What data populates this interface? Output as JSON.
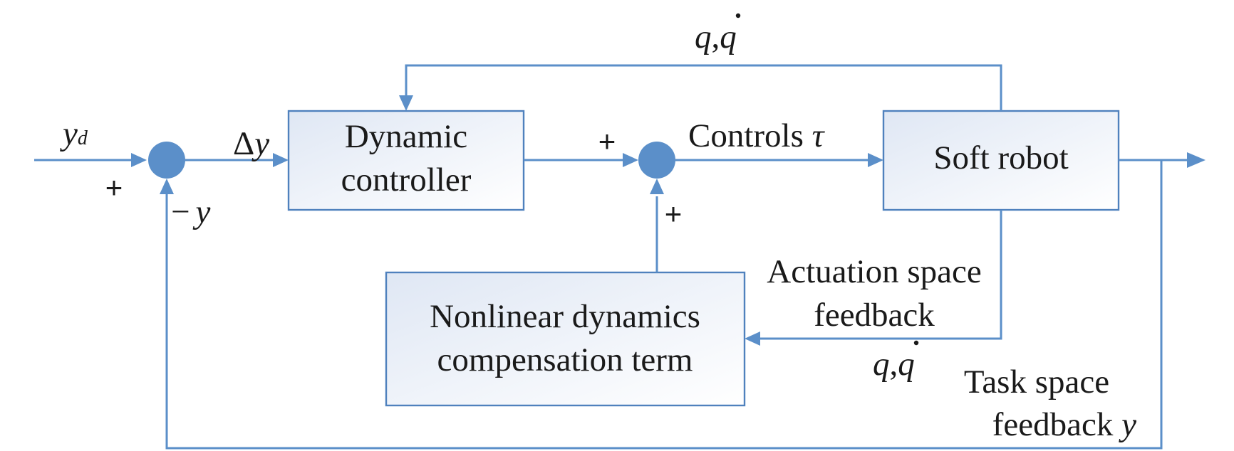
{
  "blocks": {
    "controller": {
      "line1": "Dynamic",
      "line2": "controller"
    },
    "robot": {
      "label": "Soft robot"
    },
    "compensation": {
      "line1": "Nonlinear dynamics",
      "line2": "compensation term"
    }
  },
  "signals": {
    "reference": {
      "symbol": "y",
      "subscript": "d"
    },
    "error": {
      "delta": "Δ",
      "symbol": "y"
    },
    "controls": {
      "text": "Controls ",
      "symbol": "τ"
    },
    "state_top": {
      "q": "q",
      "sep": ",",
      "qdot": "q"
    },
    "state_bottom": {
      "q": "q",
      "sep": ",",
      "qdot": "q"
    },
    "actuation_feedback": {
      "line1": "Actuation space",
      "line2": "feedback"
    },
    "task_feedback": {
      "line1": "Task space",
      "line2": "feedback ",
      "symbol": "y"
    },
    "negative_feedback": {
      "minus": "−",
      "symbol": "y"
    }
  },
  "signs": {
    "sum1_ref": "+",
    "sum2_controller": "+",
    "sum2_compensation": "+"
  },
  "colors": {
    "line": "#5b8fc9",
    "block_border": "#4f81bd",
    "block_fill_start": "#dfe7f4",
    "block_fill_end": "#ffffff",
    "text": "#1a1a1a"
  }
}
